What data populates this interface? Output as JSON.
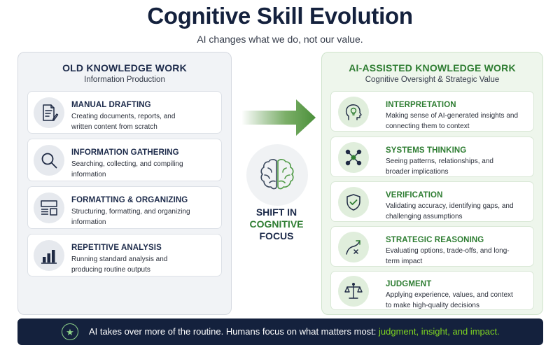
{
  "header": {
    "title": "Cognitive Skill Evolution",
    "subtitle": "AI changes what we do, not our value."
  },
  "left": {
    "title": "OLD KNOWLEDGE WORK",
    "subtitle": "Information Production",
    "cards": [
      {
        "title": "MANUAL DRAFTING",
        "desc": "Creating documents, reports, and written content from scratch",
        "icon": "document-pen-icon"
      },
      {
        "title": "INFORMATION GATHERING",
        "desc": "Searching, collecting, and compiling information",
        "icon": "magnifier-icon"
      },
      {
        "title": "FORMATTING & ORGANIZING",
        "desc": "Structuring, formatting, and organizing information",
        "icon": "layout-icon"
      },
      {
        "title": "REPETITIVE ANALYSIS",
        "desc": "Running standard analysis and producing routine outputs",
        "icon": "bar-chart-icon"
      }
    ]
  },
  "right": {
    "title": "AI-ASSISTED KNOWLEDGE WORK",
    "subtitle": "Cognitive Oversight & Strategic Value",
    "cards": [
      {
        "title": "INTERPRETATION",
        "desc": "Making sense of AI-generated insights and connecting them to context",
        "icon": "head-lightbulb-icon"
      },
      {
        "title": "SYSTEMS THINKING",
        "desc": "Seeing patterns, relationships, and broader implications",
        "icon": "network-icon"
      },
      {
        "title": "VERIFICATION",
        "desc": "Validating accuracy, identifying gaps, and challenging assumptions",
        "icon": "shield-check-icon"
      },
      {
        "title": "STRATEGIC REASONING",
        "desc": "Evaluating options, trade-offs, and long-term impact",
        "icon": "strategy-arrow-icon"
      },
      {
        "title": "JUDGMENT",
        "desc": "Applying experience, values, and context to make high-quality decisions",
        "icon": "scales-icon"
      }
    ]
  },
  "center": {
    "line1": "SHIFT IN",
    "line2": "COGNITIVE",
    "line3": "FOCUS",
    "icon": "brain-icon"
  },
  "banner": {
    "text": "AI takes over more of the routine. Humans focus on what matters most: ",
    "highlight": "judgment, insight, and impact.",
    "icon": "star-icon"
  },
  "colors": {
    "navy": "#14213d",
    "green": "#2e7d32",
    "highlight": "#7ed321",
    "left_panel_bg": "#f1f3f6",
    "right_panel_bg": "#eef6ec"
  }
}
